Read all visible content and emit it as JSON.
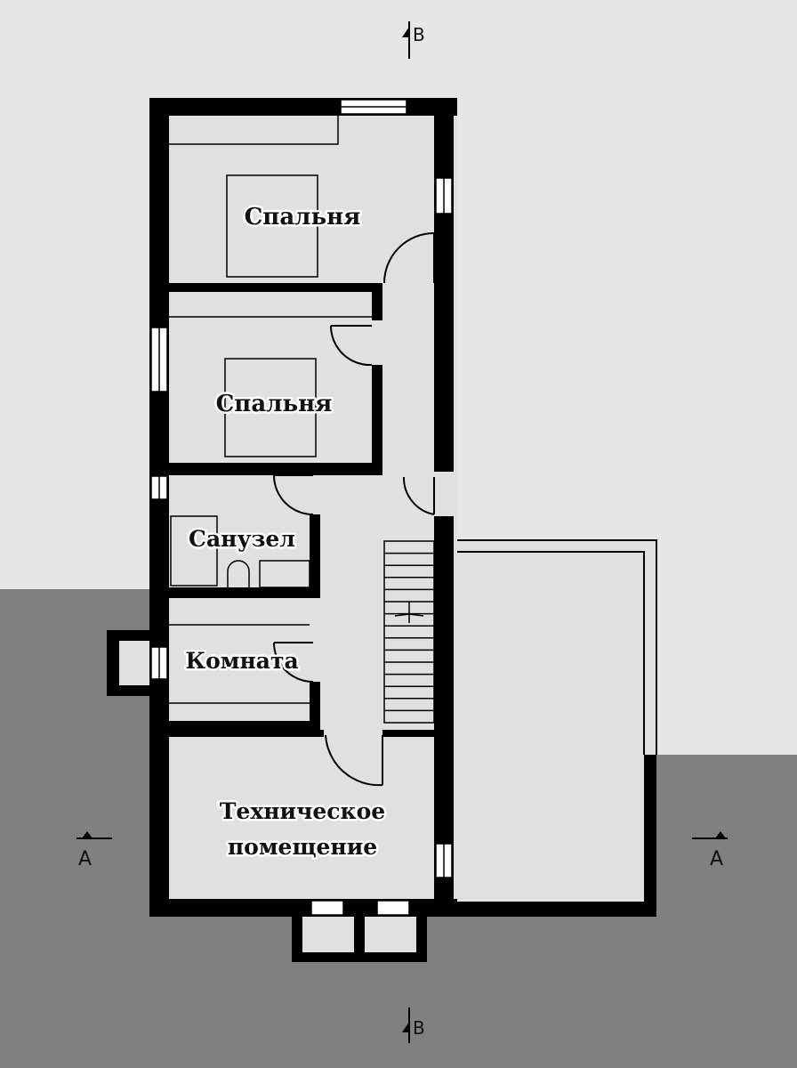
{
  "rooms": {
    "bedroom1": "Спальня",
    "bedroom2": "Спальня",
    "bathroom": "Санузел",
    "room": "Комната",
    "technical_line1": "Техническое",
    "technical_line2": "помещение"
  },
  "section_markers": {
    "top": "B",
    "bottom": "B",
    "left": "A",
    "right": "A"
  },
  "colors": {
    "background_light": "#e6e6e6",
    "ground_dark": "#808080",
    "floor": "#e0e0e0",
    "wall": "#000000"
  }
}
